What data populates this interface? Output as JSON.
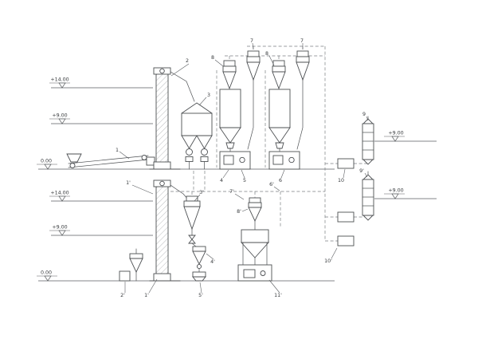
{
  "meta": {
    "description": "Feed mill process flow engineering drawing",
    "background_color": "#ffffff",
    "line_color": "#4c4f52",
    "dashed_duct_color": "#7b7e82",
    "label_color": "#35383b"
  },
  "elevations": {
    "upper_14": "+14.00",
    "upper_9": "+9.00",
    "upper_0": "0.00",
    "lower_14": "+14.00",
    "lower_9": "+9.00",
    "lower_0": "0.00",
    "right_upper": "+9.00",
    "right_lower": "+9.00"
  },
  "callouts": {
    "conveyor": "1",
    "elevator_upper": "2",
    "receiving_bin": "3",
    "cyclone_8a": "8",
    "cyclone_7a": "7",
    "cyclone_8b": "8",
    "cyclone_7b": "7",
    "feeder_4": "4",
    "machine_5": "5",
    "machine_6": "6",
    "filter_9": "9",
    "filter_9p": "9'",
    "fan_10": "10",
    "fan_10p": "10'",
    "elevator_lower": "1'",
    "cyclone_3p": "3'",
    "duct_7p": "7'",
    "duct_6p": "6'",
    "cyclone_8p": "8'",
    "cyclone_4p": "4'",
    "unit_2p": "2'",
    "elevator_lower_boot": "1'",
    "bin_5p": "5'",
    "packer_11p": "11'"
  }
}
